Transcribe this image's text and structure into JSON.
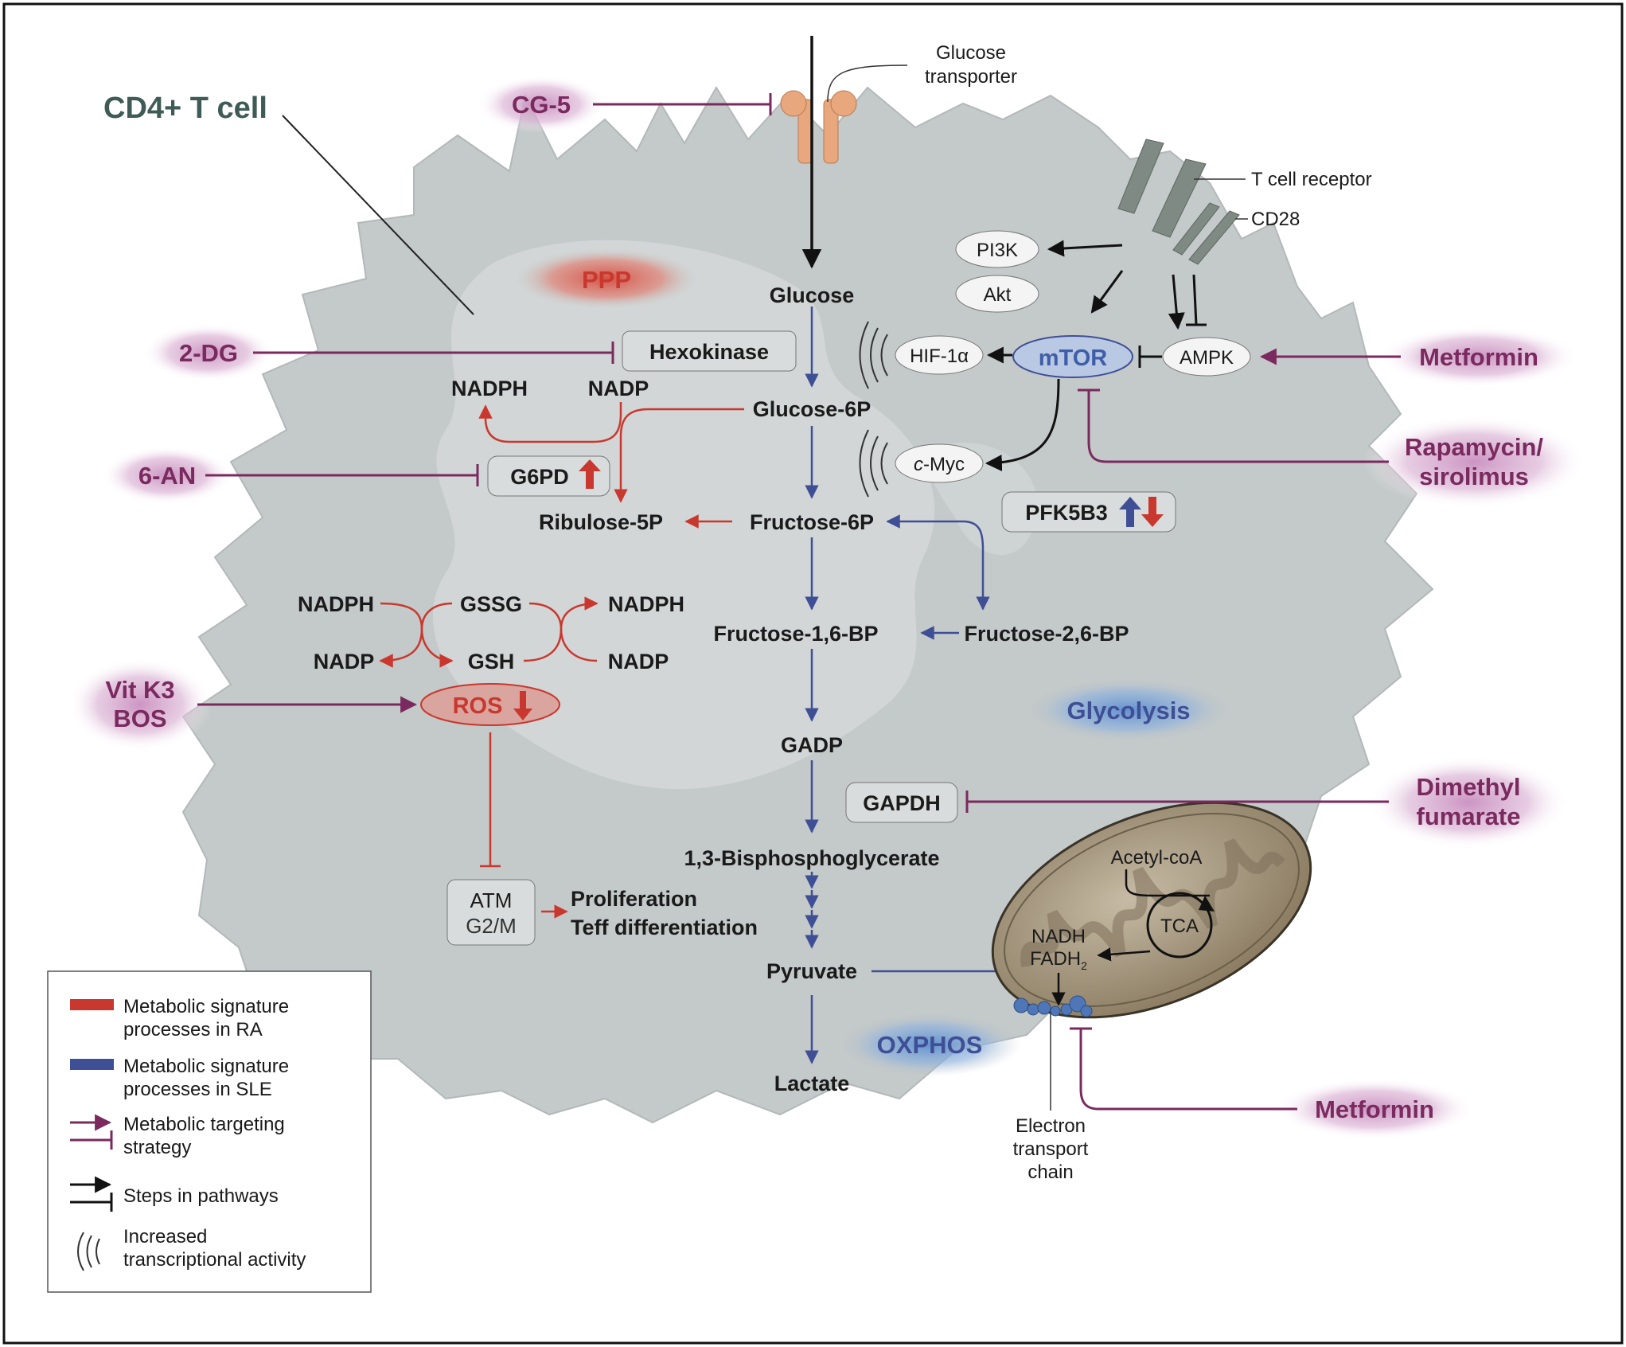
{
  "cell": {
    "title": "CD4+ T cell"
  },
  "membrane": {
    "glucose_transporter": [
      "Glucose",
      "transporter"
    ],
    "tcr": "T cell receptor",
    "cd28": "CD28"
  },
  "processes": {
    "ppp": "PPP",
    "glycolysis": "Glycolysis",
    "oxphos": "OXPHOS"
  },
  "glycolysis_chain": {
    "glucose": "Glucose",
    "glucose6p": "Glucose-6P",
    "fructose6p": "Fructose-6P",
    "fructose16bp": "Fructose-1,6-BP",
    "fructose26bp": "Fructose-2,6-BP",
    "gadp": "GADP",
    "bpg": "1,3-Bisphosphoglycerate",
    "pyruvate": "Pyruvate",
    "lactate": "Lactate"
  },
  "ppp_chain": {
    "nadph_top": "NADPH",
    "nadp_top": "NADP",
    "ribulose": "Ribulose-5P",
    "nadph_l": "NADPH",
    "gssg": "GSSG",
    "nadph_r": "NADPH",
    "nadp_l": "NADP",
    "gsh": "GSH",
    "nadp_r": "NADP",
    "proliferation": "Proliferation",
    "teff": "Teff differentiation"
  },
  "boxes": {
    "hexokinase": "Hexokinase",
    "g6pd": "G6PD",
    "pfk": "PFK5B3",
    "gapdh": "GAPDH",
    "atm_line1": "ATM",
    "atm_line2": "G2/M",
    "ros": "ROS"
  },
  "signaling": {
    "pi3k": "PI3K",
    "akt": "Akt",
    "mtor": "mTOR",
    "ampk": "AMPK",
    "hif_prefix": "HIF-1",
    "hif_greek": "α",
    "cmyc_italic": "c",
    "cmyc_rest": "-Myc"
  },
  "mito": {
    "acetyl": "Acetyl-coA",
    "tca": "TCA",
    "nadh": "NADH",
    "fadh": "FADH",
    "fadh_sub": "2",
    "etc": [
      "Electron",
      "transport",
      "chain"
    ]
  },
  "drugs": {
    "cg5": "CG-5",
    "dg": "2-DG",
    "an": "6-AN",
    "vitk3": [
      "Vit K3",
      "BOS"
    ],
    "metformin_top": "Metformin",
    "rapamycin": [
      "Rapamycin/",
      "sirolimus"
    ],
    "dmf": [
      "Dimethyl",
      "fumarate"
    ],
    "metformin_bottom": "Metformin"
  },
  "legend": [
    {
      "kind": "ra",
      "lines": [
        "Metabolic signature",
        "processes in RA"
      ]
    },
    {
      "kind": "sle",
      "lines": [
        "Metabolic signature",
        "processes in SLE"
      ]
    },
    {
      "kind": "target",
      "lines": [
        "Metabolic targeting",
        "strategy"
      ]
    },
    {
      "kind": "steps",
      "lines": [
        "Steps in pathways"
      ]
    },
    {
      "kind": "transcription",
      "lines": [
        "Increased",
        "transcriptional activity"
      ]
    }
  ],
  "colors": {
    "cell_fill": "#c4c9c9",
    "nucleus_fill": "#d6dada",
    "glycolysis_blue": "#3f4f96",
    "ppp_red": "#c9382e",
    "drug_purple": "#7a2a5f",
    "drug_glow": "#cfa2c8",
    "mito_fill": "#a89a82",
    "transporter": "#e8a77c",
    "receptor": "#7f8a85"
  }
}
